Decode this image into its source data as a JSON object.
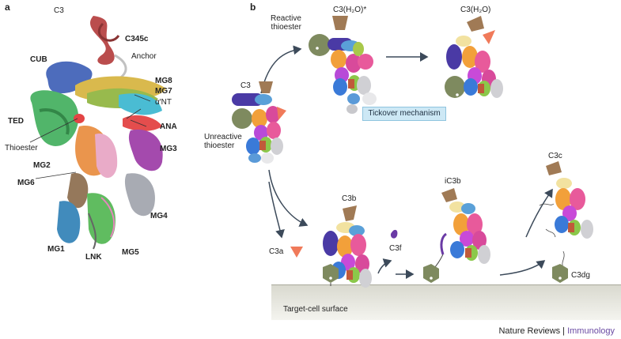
{
  "panels": {
    "a": "a",
    "b": "b"
  },
  "panel_a": {
    "title": "C3",
    "labels": [
      "C345c",
      "Anchor",
      "CUB",
      "MG8",
      "MG7",
      "α′NT",
      "TED",
      "ANA",
      "Thioester",
      "MG3",
      "MG2",
      "MG6",
      "MG4",
      "MG1",
      "LNK",
      "MG5"
    ]
  },
  "panel_b": {
    "reactive_thioester": "Reactive\nthioester",
    "c3h2o_star": "C3(H₂O)*",
    "c3h2o": "C3(H₂O)",
    "c3": "C3",
    "unreactive_thioester": "Unreactive\nthioester",
    "tickover": "Tickover mechanism",
    "c3b": "C3b",
    "ic3b": "iC3b",
    "c3c": "C3c",
    "c3a": "C3a",
    "c3f": "C3f",
    "c3dg": "C3dg",
    "surface": "Target-cell surface"
  },
  "credit": {
    "journal": "Nature Reviews",
    "separator": " | ",
    "section": "Immunology"
  }
}
